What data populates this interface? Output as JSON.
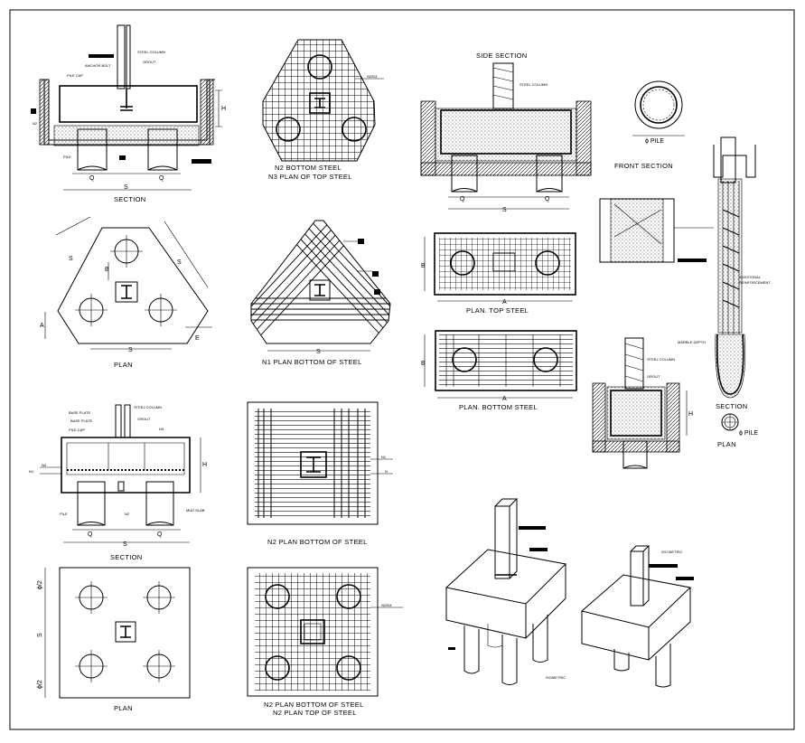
{
  "drawing": {
    "section_top_left": {
      "title": "SECTION",
      "steel_column": "STEEL COLUMN",
      "anchor_bolt": "ANCHOR BOLT",
      "grout": "GROUT",
      "pile_cap": "PILE CAP",
      "n2": "N2",
      "pile": "PILE",
      "dim_q1": "Q",
      "dim_q2": "Q",
      "dim_s": "S",
      "dim_h": "H"
    },
    "plan_triangle": {
      "title": "PLAN",
      "dim_s_left": "S",
      "dim_s_right": "S",
      "dim_s_bottom": "S",
      "dim_b": "B",
      "dim_a": "A",
      "dim_e": "E"
    },
    "n2_n3_triangle": {
      "title_1": "N2 BOTTOM STEEL",
      "title_2": "N3 PLAN OF TOP STEEL",
      "ref": "N2/N3"
    },
    "n1_triangle": {
      "title": "N1 PLAN BOTTOM OF STEEL",
      "dim_s": "S"
    },
    "side_section": {
      "title": "SIDE SECTION",
      "steel_column": "STEEL COLUMN",
      "dim_q1": "Q",
      "dim_q2": "Q",
      "dim_s": "S"
    },
    "pile_circle": {
      "label": "ϕ PILE"
    },
    "front_section": {
      "title": "FRONT SECTION"
    },
    "pile_section": {
      "title": "SECTION",
      "plan": "PLAN",
      "pile": "ϕ PILE",
      "additional": "ADDITIONAL",
      "reinforcement": "REINFORCEMENT",
      "marble_depth": "MARBLE DEPTH"
    },
    "plan_top_steel": {
      "title": "PLAN. TOP STEEL",
      "dim_a": "A",
      "dim_b": "B"
    },
    "plan_bottom_steel": {
      "title": "PLAN. BOTTOM STEEL",
      "dim_a": "A",
      "dim_b": "B"
    },
    "small_section": {
      "steel_column": "STEEL COLUMN",
      "grout": "GROUT",
      "dim_h": "H"
    },
    "section_mid_left": {
      "title": "SECTION",
      "base_plate_1": "BASE PLATE",
      "base_plate_2": "BASE PLATE",
      "steel_column": "STEEL COLUMN",
      "grout": "GROUT",
      "pile_cap": "PILE CAP",
      "n3": "N3",
      "n4": "N4",
      "n1": "N1",
      "n2": "N2",
      "pile": "PILE",
      "mud_slab": "MUD SLAB",
      "dim_q1": "Q",
      "dim_q2": "Q",
      "dim_s": "S",
      "dim_h": "H"
    },
    "n2_square_1": {
      "title": "N2 PLAN BOTTOM OF STEEL",
      "n1": "N1",
      "n": "N"
    },
    "plan_square": {
      "title": "PLAN",
      "dim_top": "ϕ/2",
      "dim_s": "S",
      "dim_bottom": "ϕ/2"
    },
    "n2_square_2": {
      "title_1": "N2 PLAN BOTTOM OF STEEL",
      "title_2": "N2 PLAN TOP OF STEEL",
      "ref": "N2/N3"
    },
    "isometric": {
      "label": "ISOMETRIC",
      "label_2": "ISO METRIC"
    }
  }
}
